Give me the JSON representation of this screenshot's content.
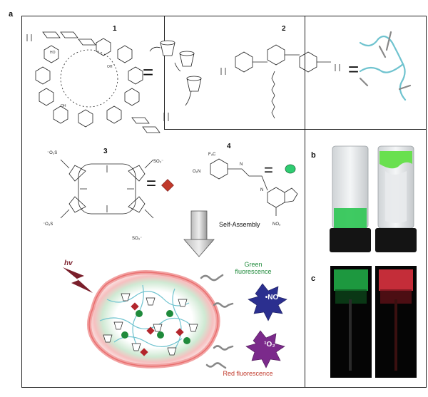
{
  "figure": {
    "panels": {
      "a": "a",
      "b": "b",
      "c": "c"
    },
    "compounds": {
      "c1": "1",
      "c2": "2",
      "c3": "3",
      "c4": "4"
    },
    "equals": "=",
    "arrow_label": "Self-Assembly",
    "hv": "hv",
    "green_fluorescence": "Green fluorescence",
    "red_fluorescence": "Red fluorescence",
    "no_label": "•NO",
    "singlet_oxygen": "¹O₂",
    "colors": {
      "green": "#1f8a3b",
      "red_fluor": "#c0392b",
      "cyan_chain": "#6fc3cf",
      "no_star": "#2b2f8f",
      "o2_star": "#7b2a8b",
      "porphyrin": "#c0392b",
      "lightning": "#7a1f2b"
    }
  }
}
